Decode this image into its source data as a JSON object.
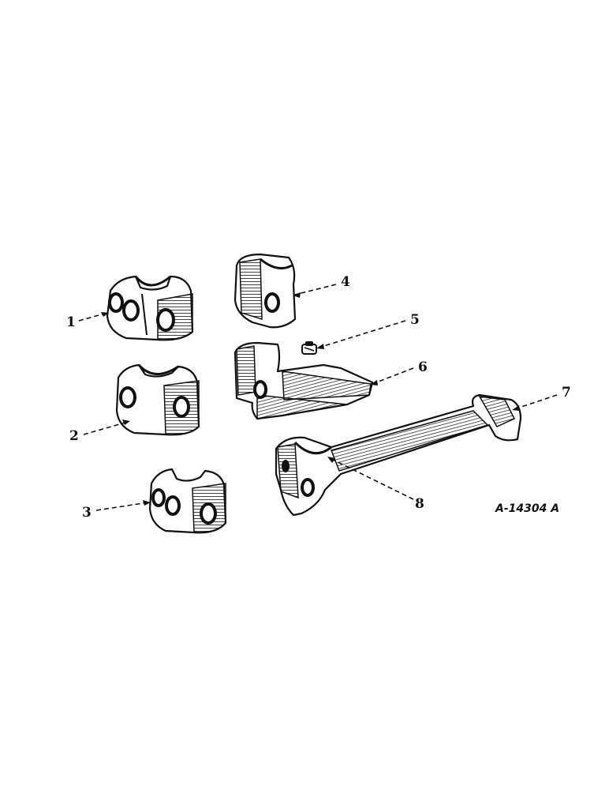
{
  "figure_id": "A-14304 A",
  "callouts": [
    {
      "number": "1",
      "part": "bearing-cap-three-hole"
    },
    {
      "number": "2",
      "part": "bearing-cap-two-hole"
    },
    {
      "number": "3",
      "part": "bearing-cap-small-three-hole"
    },
    {
      "number": "4",
      "part": "bearing-half-upright"
    },
    {
      "number": "5",
      "part": "grease-fitting"
    },
    {
      "number": "6",
      "part": "bearing-bracket-with-arm"
    },
    {
      "number": "7",
      "part": "connecting-rod-end"
    },
    {
      "number": "8",
      "part": "connecting-rod-bearing-end"
    }
  ],
  "colors": {
    "ink": "#111111",
    "paper": "#ffffff"
  }
}
